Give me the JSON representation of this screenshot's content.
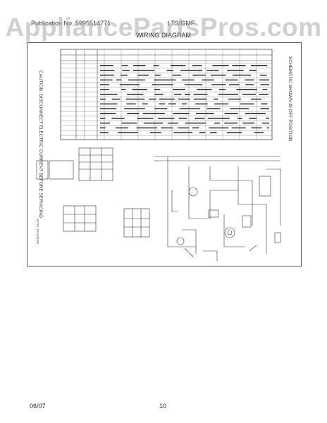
{
  "watermark": "AppliancePartsPros.com",
  "header": {
    "publication": "Publication No. 5995514771",
    "model": "LTS/GMF",
    "title": "WIRING DIAGRAM"
  },
  "diagram": {
    "caution_text": "CAUTION: DISCONNECT ELECTRIC CURRENT BEFORE SERVICING",
    "notice_text": "SCHEMATIC SHOWN IN OFF POSITION",
    "bottom_left_note": "NOTE: DIAGRAM"
  },
  "footer": {
    "date": "06/07",
    "page": "10"
  }
}
